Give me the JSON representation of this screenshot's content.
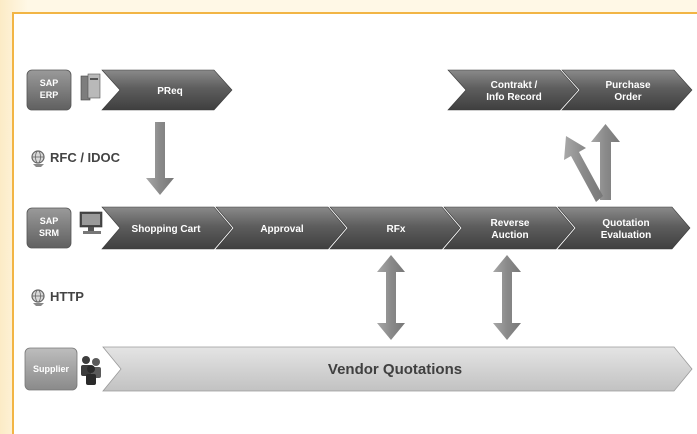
{
  "systems": {
    "erp": [
      "SAP",
      "ERP"
    ],
    "srm": [
      "SAP",
      "SRM"
    ],
    "supplier": "Supplier"
  },
  "protocols": {
    "rfc": "RFC / IDOC",
    "http": "HTTP"
  },
  "erp_steps": {
    "preq": [
      "PReq"
    ],
    "contract": [
      "Contrakt /",
      "Info Record"
    ],
    "purchase_order": [
      "Purchase",
      "Order"
    ]
  },
  "srm_steps": {
    "shopping_cart": [
      "Shopping Cart"
    ],
    "approval": [
      "Approval"
    ],
    "rfx": [
      "RFx"
    ],
    "reverse_auction": [
      "Reverse",
      "Auction"
    ],
    "quotation_evaluation": [
      "Quotation",
      "Evaluation"
    ]
  },
  "supplier_steps": {
    "vendor_quotations": "Vendor Quotations"
  },
  "colors": {
    "frame": "#f2b545",
    "chevron": "#5a5a5a",
    "vendor_bar": "#cfcfcf",
    "arrow": "#8c8c8c",
    "system_box": "#7a7a7a"
  },
  "icons": {
    "erp": "computer-tower-icon",
    "srm": "computer-monitor-icon",
    "supplier": "people-group-icon",
    "protocol": "globe-network-icon"
  }
}
